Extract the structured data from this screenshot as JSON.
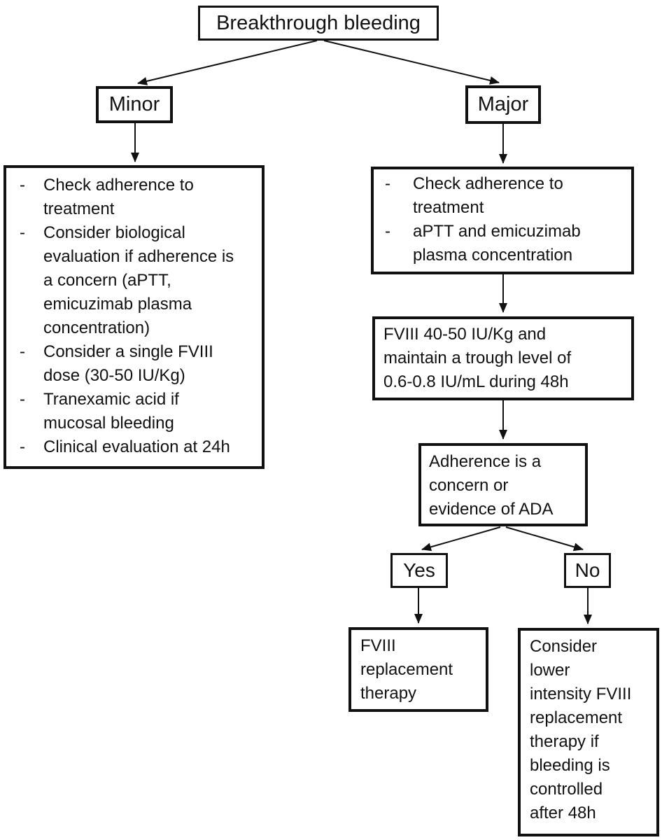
{
  "canvas": {
    "background": "#ffffff",
    "line_color": "#111111"
  },
  "bullet": "-",
  "nodes": {
    "root": {
      "label": "Breakthrough bleeding"
    },
    "minor": {
      "label": "Minor"
    },
    "major": {
      "label": "Major"
    },
    "minor_actions": {
      "items": [
        "Check adherence to\ntreatment",
        "Consider biological\nevaluation if adherence is\na concern (aPTT,\nemicuzimab plasma\nconcentration)",
        "Consider a single FVIII\ndose (30-50 IU/Kg)",
        "Tranexamic acid if\nmucosal bleeding",
        "Clinical evaluation at 24h"
      ]
    },
    "major_actions": {
      "items": [
        "Check adherence to\ntreatment",
        "aPTT and emicuzimab\nplasma concentration"
      ]
    },
    "fviii_dose": {
      "label": "FVIII 40-50 IU/Kg and\nmaintain a trough level of\n0.6-0.8 IU/mL during 48h"
    },
    "adherence_concern": {
      "label": "Adherence is a\nconcern or\nevidence of ADA"
    },
    "yes": {
      "label": "Yes"
    },
    "no": {
      "label": "No"
    },
    "fviii_replacement": {
      "label": "FVIII\nreplacement\ntherapy"
    },
    "lower_intensity": {
      "label": "Consider\nlower\nintensity FVIII\nreplacement\ntherapy if\nbleeding is\ncontrolled\nafter 48h"
    }
  }
}
